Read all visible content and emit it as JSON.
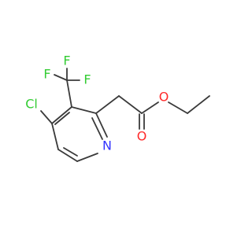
{
  "molecule": {
    "atoms": {
      "F_top": {
        "text": "F",
        "color": "#33cc33"
      },
      "F_left": {
        "text": "F",
        "color": "#33cc33"
      },
      "F_right": {
        "text": "F",
        "color": "#33cc33"
      },
      "Cl": {
        "text": "Cl",
        "color": "#33cc33"
      },
      "N": {
        "text": "N",
        "color": "#3333ff"
      },
      "O_ester": {
        "text": "O",
        "color": "#ff2a2a"
      },
      "O_carbonyl": {
        "text": "O",
        "color": "#ff2a2a"
      }
    },
    "bond_color": "#3a3a3a"
  }
}
